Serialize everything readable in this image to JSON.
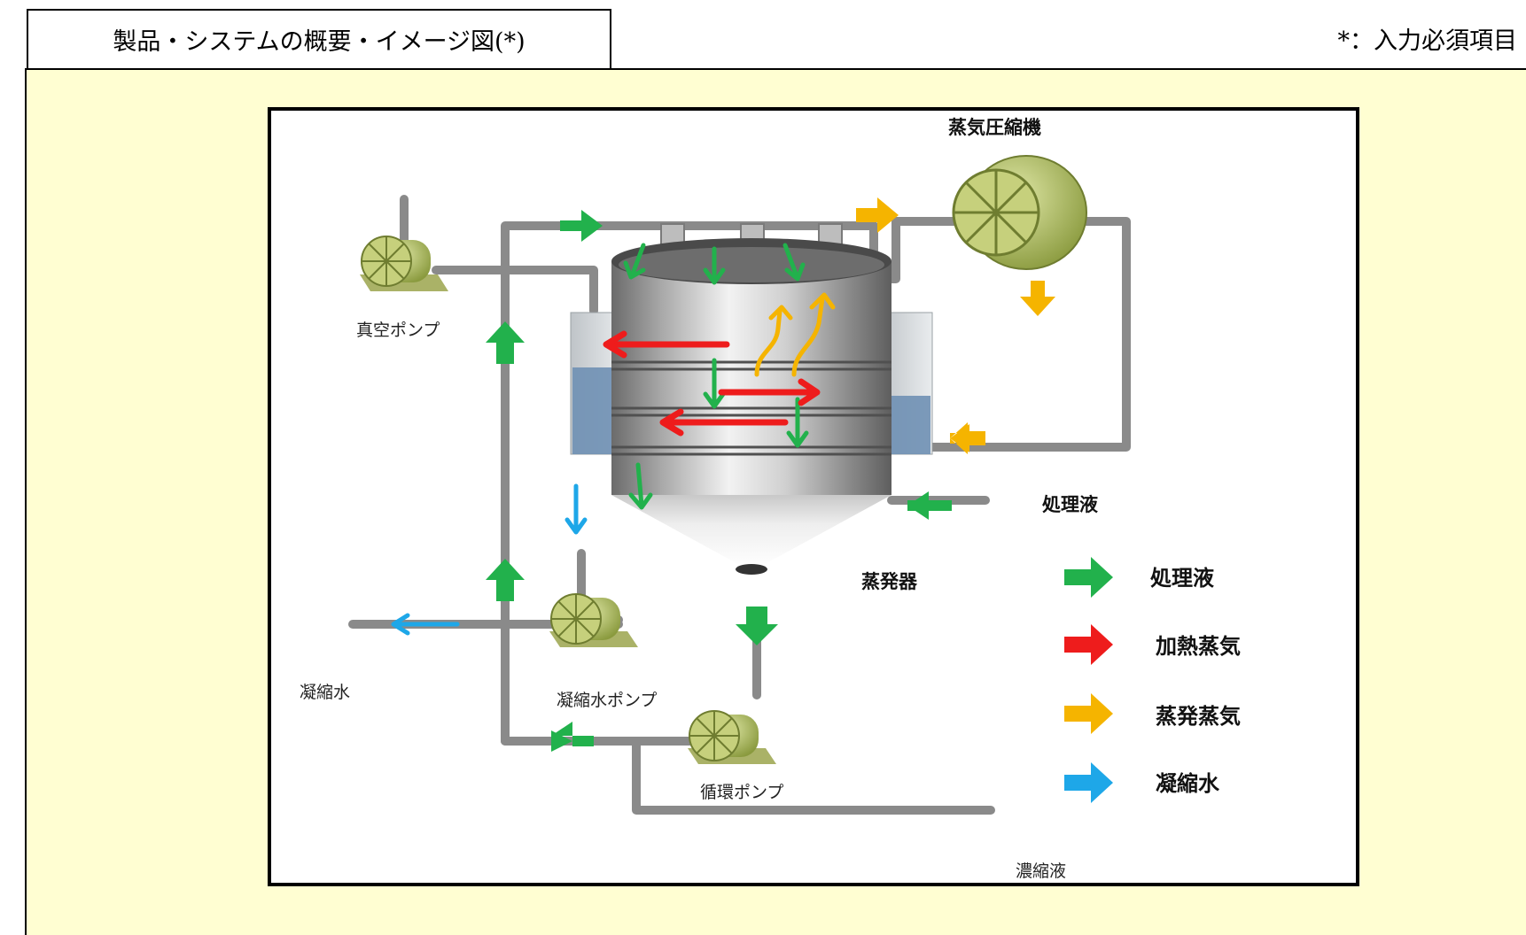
{
  "header": {
    "tab_title": "製品・システムの概要・イメージ図(*)",
    "required_note": "*：入力必須項目"
  },
  "diagram": {
    "labels": {
      "compressor": "蒸気圧縮機",
      "vacuum_pump": "真空ポンプ",
      "process_liquid": "処理液",
      "evaporator": "蒸発器",
      "condensate": "凝縮水",
      "condensate_pump": "凝縮水ポンプ",
      "circulation_pump": "循環ポンプ",
      "concentrate": "濃縮液"
    },
    "legend": [
      {
        "label": "処理液",
        "color": "#22b14c",
        "icon": "green-arrow"
      },
      {
        "label": "加熱蒸気",
        "color": "#ee1c1c",
        "icon": "red-arrow"
      },
      {
        "label": "蒸発蒸気",
        "color": "#f5b400",
        "icon": "orange-arrow"
      },
      {
        "label": "凝縮水",
        "color": "#1ea7e8",
        "icon": "blue-arrow"
      }
    ]
  }
}
